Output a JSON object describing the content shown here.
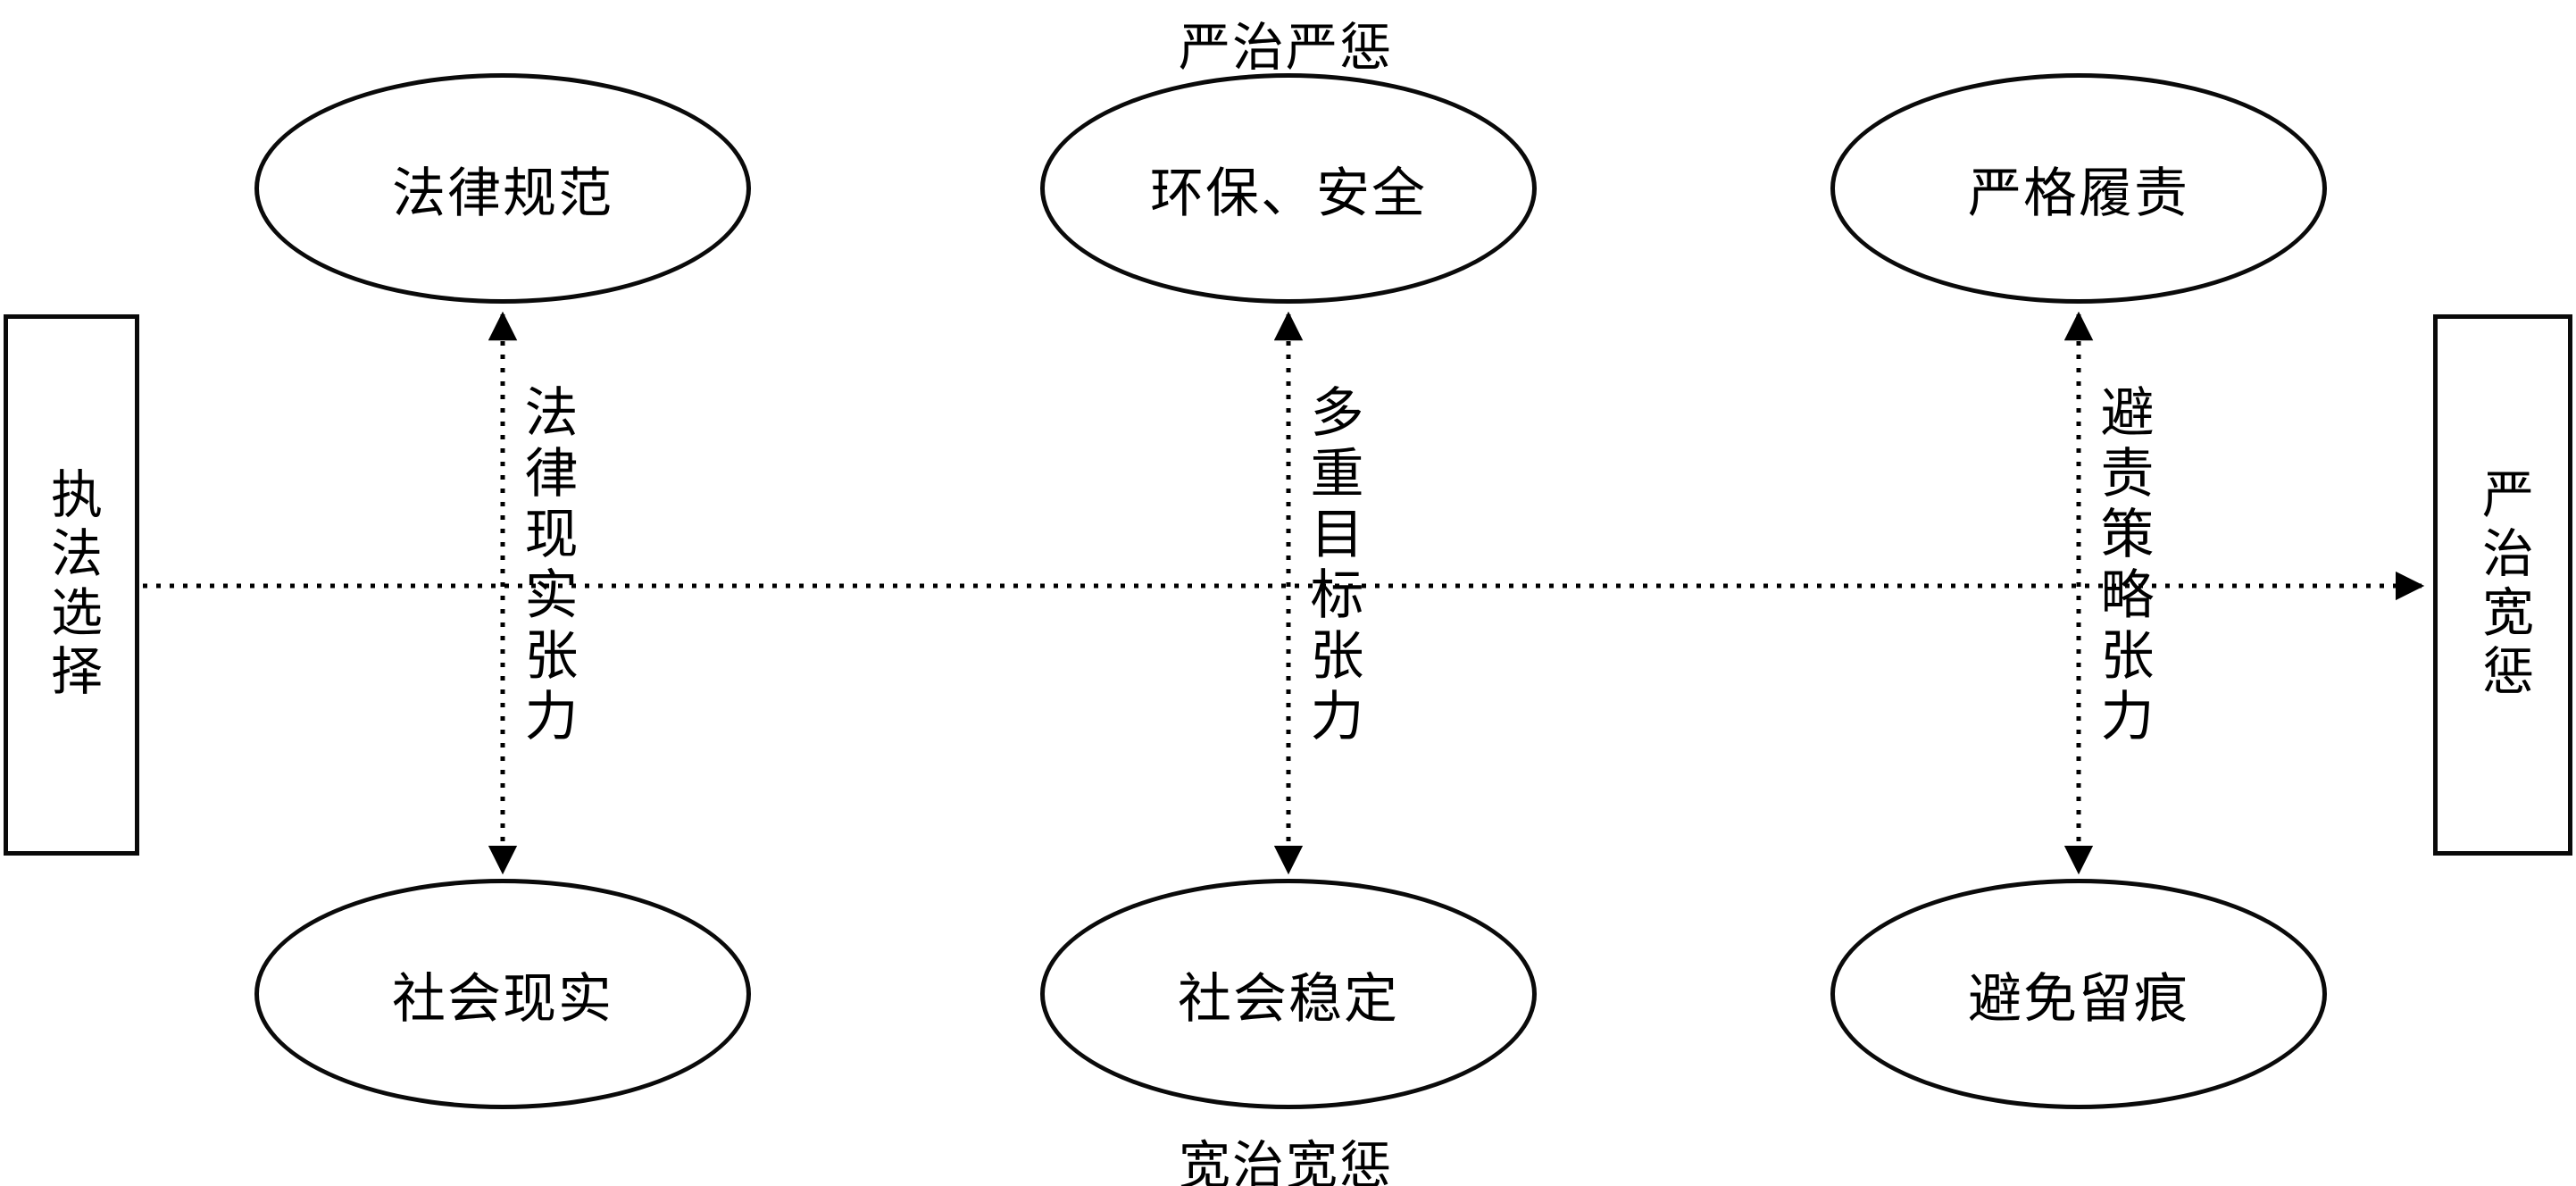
{
  "diagram": {
    "axis": {
      "top": "严治严惩",
      "bottom": "宽治宽惩",
      "left": "执法选择",
      "right": "严治宽惩"
    },
    "columns": [
      {
        "top": "法律规范",
        "bottom": "社会现实",
        "tension": "法律现实张力"
      },
      {
        "top": "环保、安全",
        "bottom": "社会稳定",
        "tension": "多重目标张力"
      },
      {
        "top": "严格履责",
        "bottom": "避免留痕",
        "tension": "避责策略张力"
      }
    ],
    "style": {
      "stroke_color": "#000000",
      "background_color": "#ffffff",
      "line_style": "dotted"
    }
  }
}
